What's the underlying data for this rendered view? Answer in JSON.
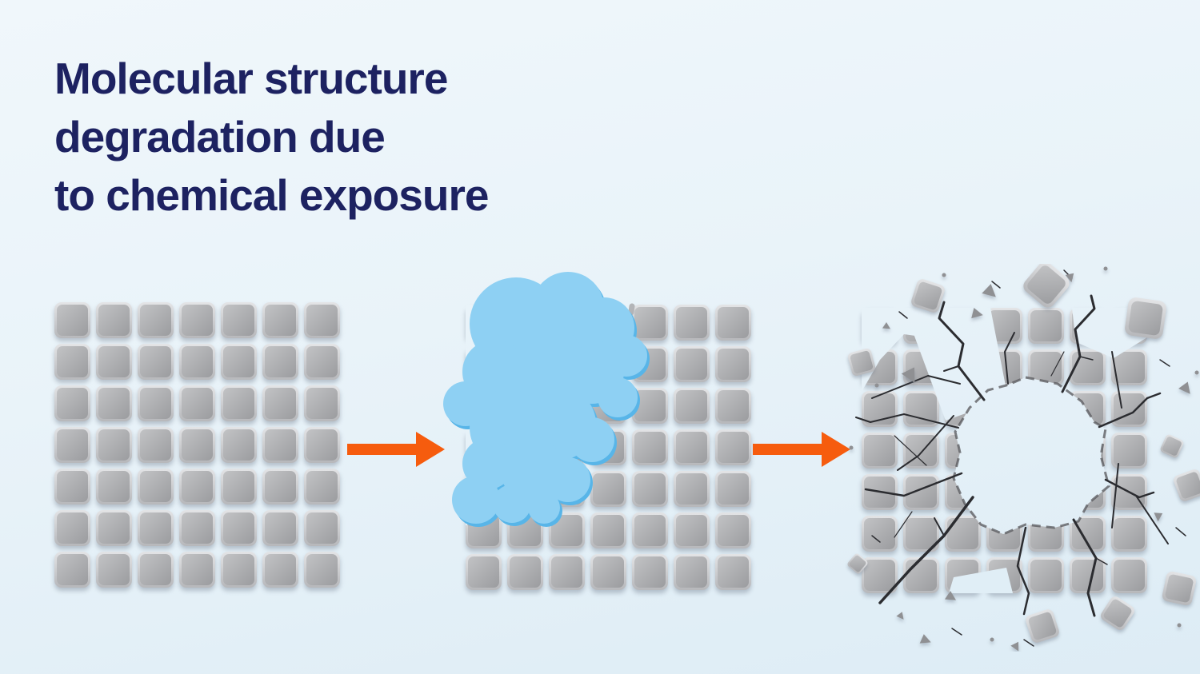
{
  "title": {
    "lines": [
      "Molecular structure",
      "degradation due",
      "to chemical exposure"
    ],
    "color": "#1d2261"
  },
  "background": {
    "gradient_top": "#f0f7fb",
    "gradient_bottom": "#ddecf5"
  },
  "grid": {
    "rows": 7,
    "cols": 7,
    "tile_bevel_light": "#e3e4e6",
    "tile_bevel_dark": "#b7b8bb",
    "tile_light": "#c2c3c5",
    "tile_dark": "#9b9c9f"
  },
  "process": {
    "arrow_color": "#f65c0e",
    "stages": [
      {
        "name": "intact-molecular-grid"
      },
      {
        "name": "chemical-exposure",
        "liquid_color": "#8ed0f3",
        "liquid_edge_color": "#58b5e8",
        "residue_color": "#b0b1b4"
      },
      {
        "name": "degraded-shattered-grid",
        "crack_color": "#2b2c30",
        "shard_color": "#8f9093",
        "hole_edge_color": "#55565a"
      }
    ]
  }
}
